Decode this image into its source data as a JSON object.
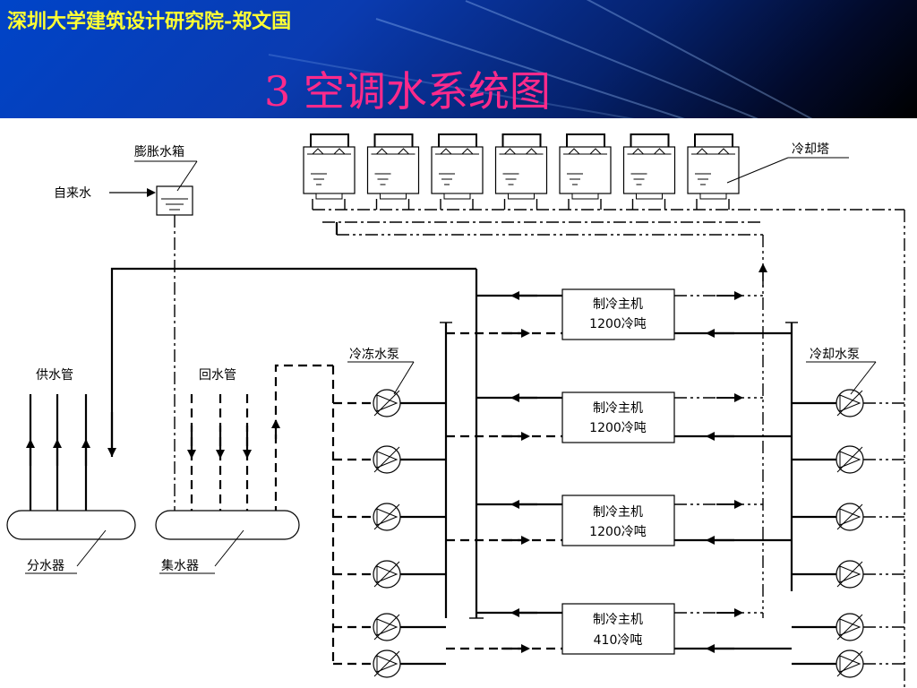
{
  "header": {
    "organization": "深圳大学建筑设计研究院-郑文国",
    "title": "3 空调水系统图"
  },
  "diagram": {
    "labels": {
      "expansion_tank": "膨胀水箱",
      "tap_water": "自来水",
      "cooling_tower": "冷却塔",
      "supply_pipe": "供水管",
      "return_pipe": "回水管",
      "chilled_pump": "冷冻水泵",
      "cooling_pump": "冷却水泵",
      "distributor": "分水器",
      "collector": "集水器"
    },
    "chillers": [
      {
        "name": "制冷主机",
        "capacity": "1200冷吨"
      },
      {
        "name": "制冷主机",
        "capacity": "1200冷吨"
      },
      {
        "name": "制冷主机",
        "capacity": "1200冷吨"
      },
      {
        "name": "制冷主机",
        "capacity": "410冷吨"
      }
    ],
    "cooling_tower_count": 7,
    "chilled_pump_count": 6,
    "cooling_pump_count": 6,
    "colors": {
      "header_blue": "#0044c8",
      "org_text": "#ffff33",
      "title_text": "#ff2a8a",
      "line": "#000000"
    }
  }
}
